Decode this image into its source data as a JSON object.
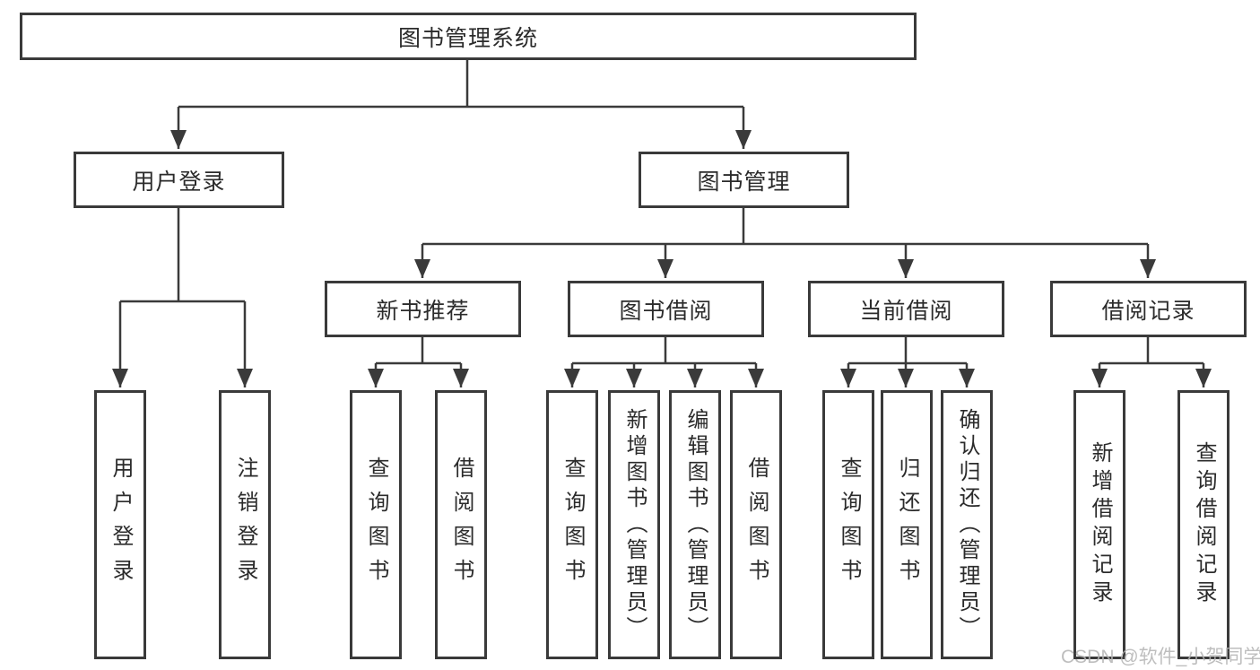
{
  "diagram": {
    "type": "tree",
    "root": "图书管理系统",
    "branches": [
      {
        "label": "用户登录",
        "leaves": [
          "用户登录",
          "注销登录"
        ]
      },
      {
        "label": "图书管理",
        "groups": [
          {
            "label": "新书推荐",
            "leaves": [
              "查询图书",
              "借阅图书"
            ]
          },
          {
            "label": "图书借阅",
            "leaves": [
              "查询图书",
              "新增图书（管理员）",
              "编辑图书（管理员）",
              "借阅图书"
            ]
          },
          {
            "label": "当前借阅",
            "leaves": [
              "查询图书",
              "归还图书",
              "确认归还（管理员）"
            ]
          },
          {
            "label": "借阅记录",
            "leaves": [
              "新增借阅记录",
              "查询借阅记录"
            ]
          }
        ]
      }
    ]
  },
  "watermark": {
    "text": "CSDN @软件_小贺同学"
  },
  "colors": {
    "line": "#3a3a3a",
    "text": "#2b2b2b",
    "background": "#ffffff",
    "watermark": "#b3b3b3"
  }
}
